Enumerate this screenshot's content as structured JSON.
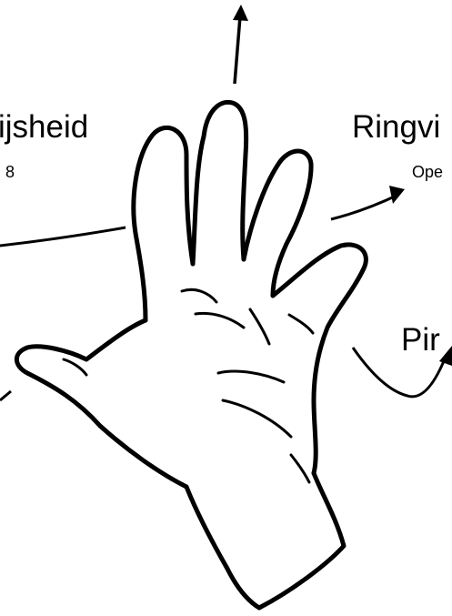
{
  "labels": {
    "left_finger_title": "ijsheid",
    "left_finger_sub": "8",
    "right_finger_title": "Ringvi",
    "right_finger_sub": "Ope",
    "pinky_title": "Pir"
  },
  "colors": {
    "ink": "#000000",
    "background": "#ffffff",
    "diamond": "#ffffff"
  }
}
